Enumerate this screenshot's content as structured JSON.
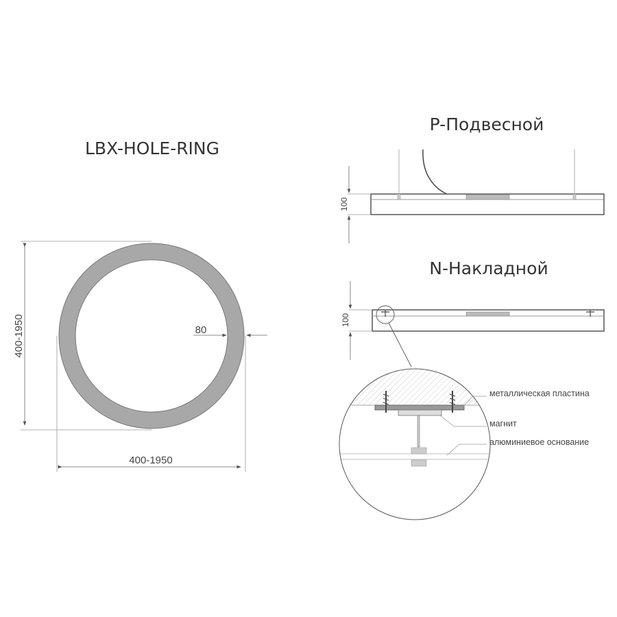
{
  "titles": {
    "product": "LBX-HOLE-RING",
    "suspended": "P-Подвесной",
    "surface": "N-Накладной"
  },
  "dimensions": {
    "ring_height": "400-1950",
    "ring_width": "400-1950",
    "ring_thickness": "80",
    "suspended_height": "100",
    "surface_height": "100"
  },
  "callouts": {
    "plate": "металлическая пластина",
    "magnet": "магнит",
    "base": "алюминиевое основание"
  },
  "colors": {
    "ring_fill": "#a8a8a8",
    "line": "#555555"
  }
}
